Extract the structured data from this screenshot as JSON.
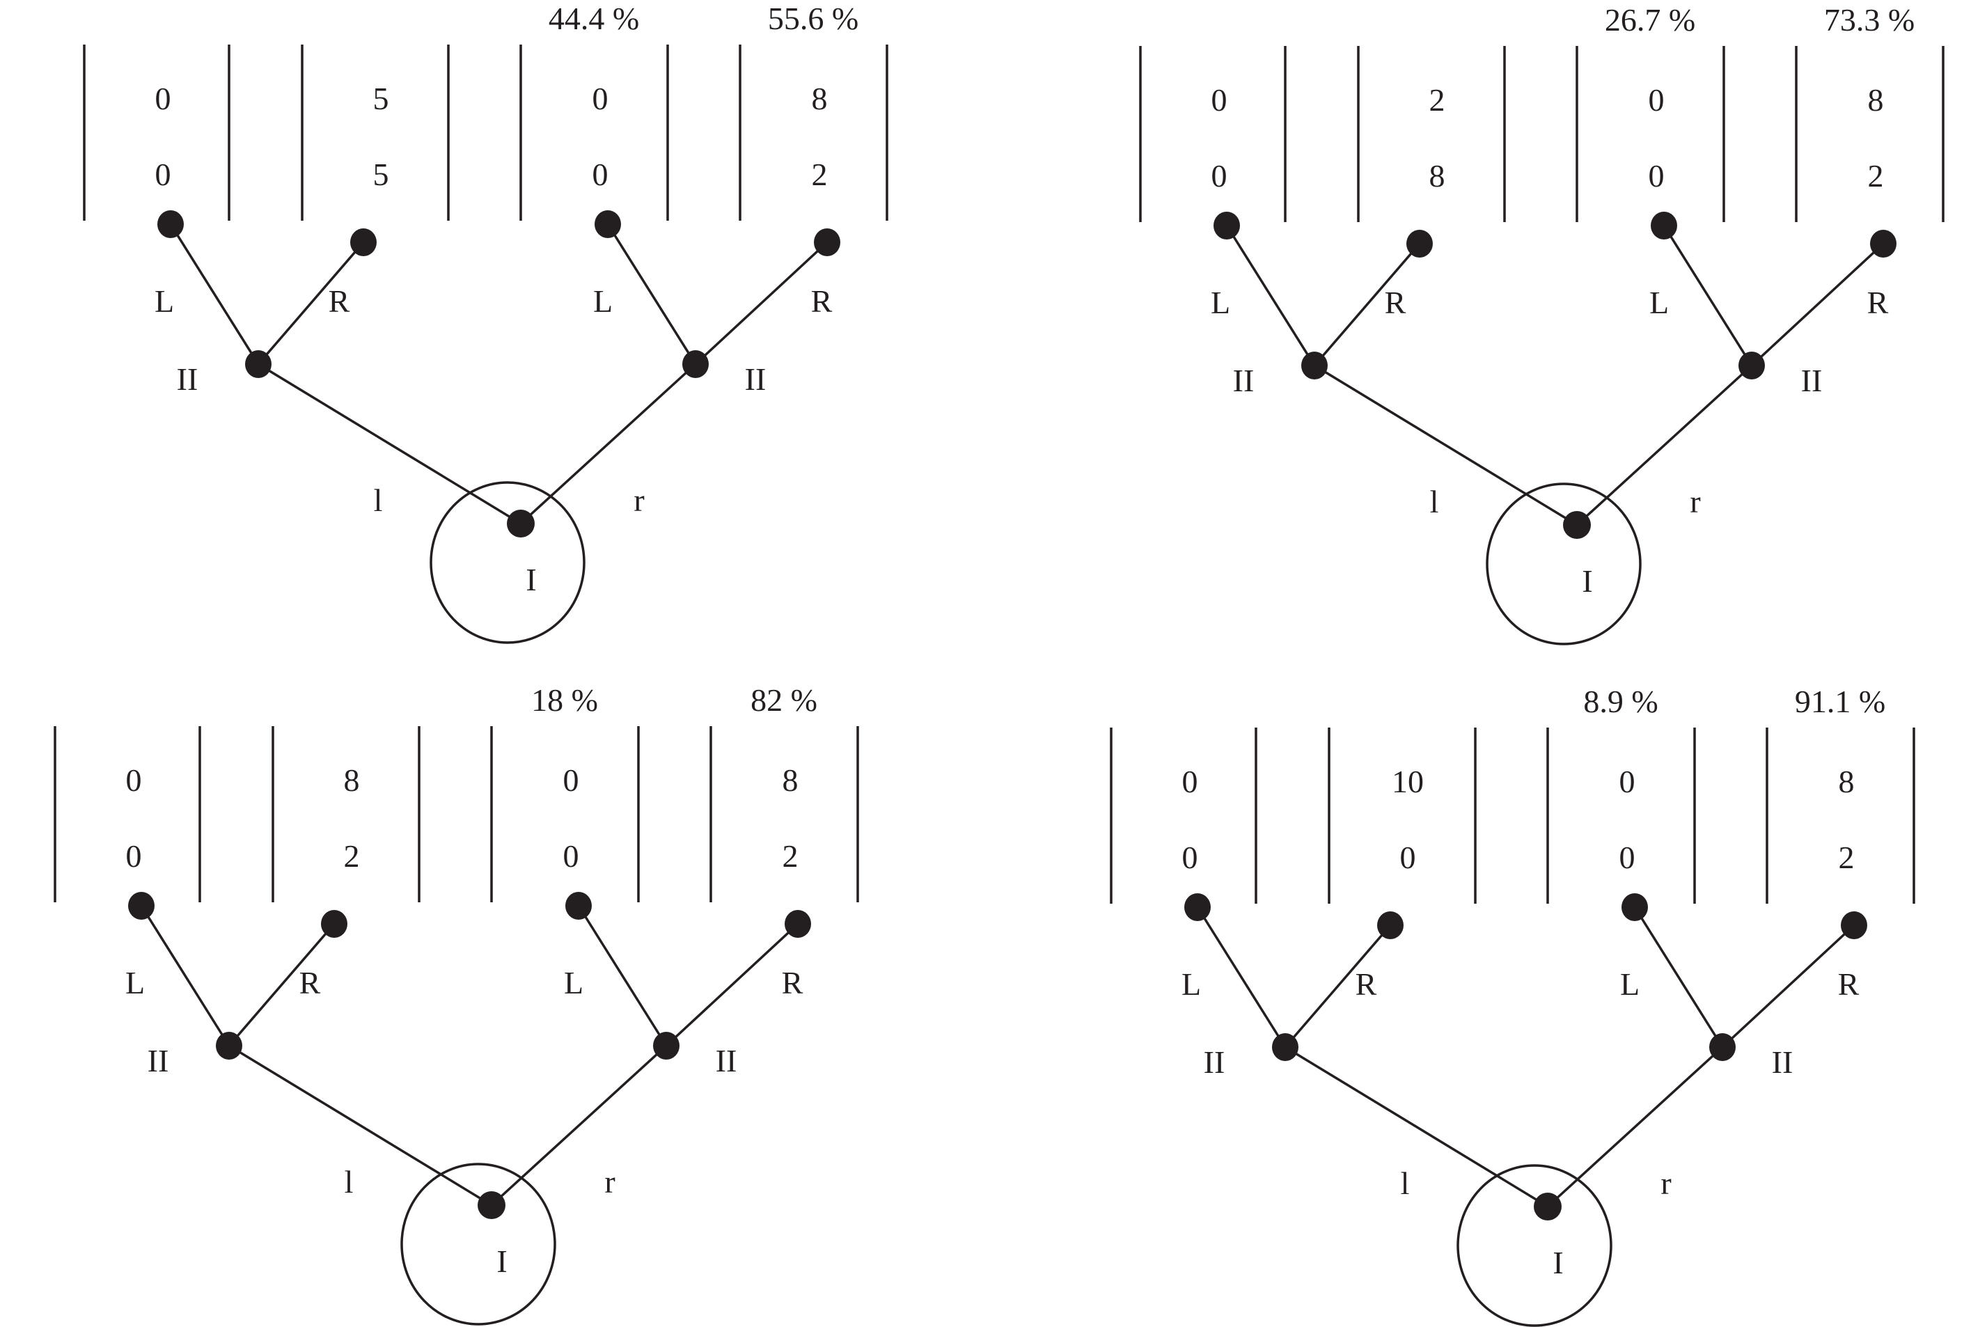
{
  "figure": {
    "panels": [
      {
        "id": "top-left",
        "root_label": "I",
        "root_moves": [
          "l",
          "r"
        ],
        "second_player_label": "II",
        "second_moves": [
          "L",
          "R"
        ],
        "outcome_percentages": [
          "44.4  %",
          "55.6  %"
        ],
        "payoffs": [
          {
            "upper": "0",
            "lower": "0"
          },
          {
            "upper": "5",
            "lower": "5"
          },
          {
            "upper": "0",
            "lower": "0"
          },
          {
            "upper": "8",
            "lower": "2"
          }
        ]
      },
      {
        "id": "top-right",
        "root_label": "I",
        "root_moves": [
          "l",
          "r"
        ],
        "second_player_label": "II",
        "second_moves": [
          "L",
          "R"
        ],
        "outcome_percentages": [
          "26.7  %",
          "73.3  %"
        ],
        "payoffs": [
          {
            "upper": "0",
            "lower": "0"
          },
          {
            "upper": "2",
            "lower": "8"
          },
          {
            "upper": "0",
            "lower": "0"
          },
          {
            "upper": "8",
            "lower": "2"
          }
        ]
      },
      {
        "id": "bottom-left",
        "root_label": "I",
        "root_moves": [
          "l",
          "r"
        ],
        "second_player_label": "II",
        "second_moves": [
          "L",
          "R"
        ],
        "outcome_percentages": [
          "18 %",
          "82 %"
        ],
        "payoffs": [
          {
            "upper": "0",
            "lower": "0"
          },
          {
            "upper": "8",
            "lower": "2"
          },
          {
            "upper": "0",
            "lower": "0"
          },
          {
            "upper": "8",
            "lower": "2"
          }
        ]
      },
      {
        "id": "bottom-right",
        "root_label": "I",
        "root_moves": [
          "l",
          "r"
        ],
        "second_player_label": "II",
        "second_moves": [
          "L",
          "R"
        ],
        "outcome_percentages": [
          "8.9 %",
          "91.1  %"
        ],
        "payoffs": [
          {
            "upper": "0",
            "lower": "0"
          },
          {
            "upper": "10",
            "lower": "0"
          },
          {
            "upper": "0",
            "lower": "0"
          },
          {
            "upper": "8",
            "lower": "2"
          }
        ]
      }
    ]
  }
}
